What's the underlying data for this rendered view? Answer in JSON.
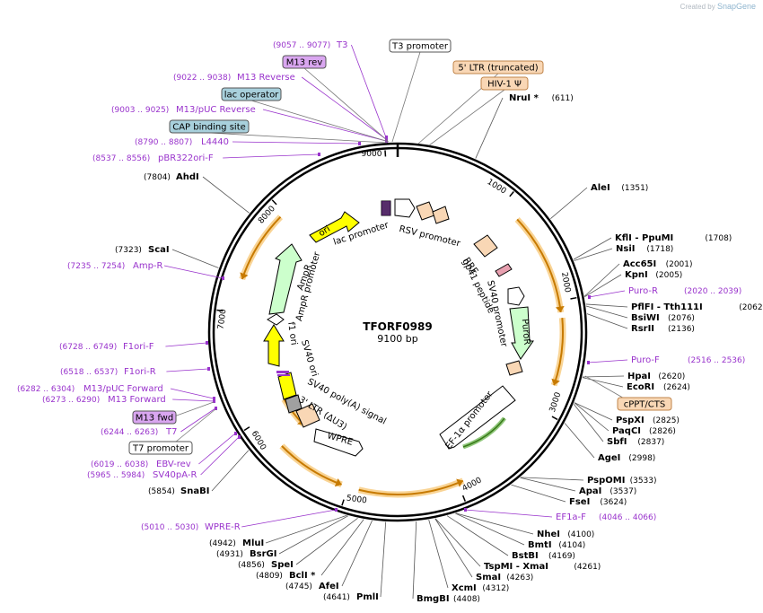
{
  "credit": {
    "prefix": "Created by",
    "brand": "SnapGene"
  },
  "plasmid": {
    "name": "TFORF0989",
    "size_label": "9100 bp",
    "length": 9100
  },
  "ticks": [
    "1000",
    "2000",
    "3000",
    "4000",
    "5000",
    "5000",
    "6000",
    "7000",
    "8000",
    "9000"
  ],
  "enzymes_right": [
    {
      "name": "NruI *",
      "pos": "(611)",
      "site": 611
    },
    {
      "name": "AleI",
      "pos": "(1351)",
      "site": 1351
    },
    {
      "name": "KflI",
      "name2": "PpuMI",
      "pos": "(1708)",
      "site": 1708
    },
    {
      "name": "NsiI",
      "pos": "(1718)",
      "site": 1718
    },
    {
      "name": "Acc65I",
      "pos": "(2001)",
      "site": 2001
    },
    {
      "name": "KpnI",
      "pos": "(2005)",
      "site": 2005
    },
    {
      "name": "PflFI",
      "name2": "Tth111I",
      "pos": "(2062)",
      "site": 2062
    },
    {
      "name": "BsiWI",
      "pos": "(2076)",
      "site": 2076
    },
    {
      "name": "RsrII",
      "pos": "(2136)",
      "site": 2136
    },
    {
      "name": "HpaI",
      "pos": "(2620)",
      "site": 2620
    },
    {
      "name": "EcoRI",
      "pos": "(2624)",
      "site": 2624
    },
    {
      "name": "PspXI",
      "pos": "(2825)",
      "site": 2825
    },
    {
      "name": "PaqCI",
      "pos": "(2826)",
      "site": 2826
    },
    {
      "name": "SbfI",
      "pos": "(2837)",
      "site": 2837
    },
    {
      "name": "AgeI",
      "pos": "(2998)",
      "site": 2998
    },
    {
      "name": "PspOMI",
      "pos": "(3533)",
      "site": 3533
    },
    {
      "name": "ApaI",
      "pos": "(3537)",
      "site": 3537
    },
    {
      "name": "FseI",
      "pos": "(3624)",
      "site": 3624
    },
    {
      "name": "NheI",
      "pos": "(4100)",
      "site": 4100
    },
    {
      "name": "BmtI",
      "pos": "(4104)",
      "site": 4104
    },
    {
      "name": "BstBI",
      "pos": "(4169)",
      "site": 4169
    },
    {
      "name": "TspMI",
      "name2": "XmaI",
      "pos": "(4261)",
      "site": 4261
    },
    {
      "name": "SmaI",
      "pos": "(4263)",
      "site": 4263
    },
    {
      "name": "XcmI",
      "pos": "(4312)",
      "site": 4312
    },
    {
      "name": "BmgBI",
      "pos": "(4408)",
      "site": 4408
    }
  ],
  "enzymes_left": [
    {
      "name": "AhdI",
      "pos": "(7804)",
      "site": 7804
    },
    {
      "name": "ScaI",
      "pos": "(7323)",
      "site": 7323
    },
    {
      "name": "SnaBI",
      "pos": "(5854)",
      "site": 5854
    },
    {
      "name": "MluI",
      "pos": "(4942)",
      "site": 4942
    },
    {
      "name": "BsrGI",
      "pos": "(4931)",
      "site": 4931
    },
    {
      "name": "SpeI",
      "pos": "(4856)",
      "site": 4856
    },
    {
      "name": "BclI *",
      "pos": "(4809)",
      "site": 4809
    },
    {
      "name": "AfeI",
      "pos": "(4745)",
      "site": 4745
    },
    {
      "name": "PmlI",
      "pos": "(4641)",
      "site": 4641
    }
  ],
  "primers": [
    {
      "name": "T3",
      "pos": "(9057 .. 9077)",
      "site": 9067
    },
    {
      "name": "M13 Reverse",
      "pos": "(9022 .. 9038)",
      "site": 9030
    },
    {
      "name": "M13/pUC Reverse",
      "pos": "(9003 .. 9025)",
      "site": 9014
    },
    {
      "name": "L4440",
      "pos": "(8790 .. 8807)",
      "site": 8798
    },
    {
      "name": "pBR322ori-F",
      "pos": "(8537 .. 8556)",
      "site": 8546
    },
    {
      "name": "Amp-R",
      "pos": "(7235 .. 7254)",
      "site": 7245
    },
    {
      "name": "F1ori-F",
      "pos": "(6728 .. 6749)",
      "site": 6738
    },
    {
      "name": "F1ori-R",
      "pos": "(6518 .. 6537)",
      "site": 6527
    },
    {
      "name": "M13/pUC Forward",
      "pos": "(6282 .. 6304)",
      "site": 6293
    },
    {
      "name": "M13 Forward",
      "pos": "(6273 .. 6290)",
      "site": 6282
    },
    {
      "name": "T7",
      "pos": "(6244 .. 6263)",
      "site": 6253
    },
    {
      "name": "EBV-rev",
      "pos": "(6019 .. 6038)",
      "site": 6028
    },
    {
      "name": "SV40pA-R",
      "pos": "(5965 .. 5984)",
      "site": 5975
    },
    {
      "name": "WPRE-R",
      "pos": "(5010 .. 5030)",
      "site": 5020
    },
    {
      "name": "Puro-R",
      "pos": "(2020 .. 2039)",
      "site": 2030
    },
    {
      "name": "Puro-F",
      "pos": "(2516 .. 2536)",
      "site": 2526
    },
    {
      "name": "EF1a-F",
      "pos": "(4046 .. 4066)",
      "site": 4056
    }
  ],
  "boxed_labels": [
    {
      "text": "T3 promoter",
      "kind": "promoter"
    },
    {
      "text": "M13 rev",
      "kind": "primer"
    },
    {
      "text": "lac operator",
      "kind": "protein-bind"
    },
    {
      "text": "CAP binding site",
      "kind": "protein-bind"
    },
    {
      "text": "5' LTR (truncated)",
      "kind": "ltr"
    },
    {
      "text": "HIV-1 Ψ",
      "kind": "ltr"
    },
    {
      "text": "cPPT/CTS",
      "kind": "ltr"
    },
    {
      "text": "M13 fwd",
      "kind": "primer"
    },
    {
      "text": "T7 promoter",
      "kind": "promoter"
    }
  ],
  "features": [
    {
      "name": "ori",
      "color": "#ffff00"
    },
    {
      "name": "lac promoter"
    },
    {
      "name": "RSV promoter"
    },
    {
      "name": "RRE"
    },
    {
      "name": "gp41 peptide"
    },
    {
      "name": "SV40 promoter"
    },
    {
      "name": "PuroR",
      "color": "#ccffcc"
    },
    {
      "name": "EF-1α promoter"
    },
    {
      "name": "WPRE"
    },
    {
      "name": "3' LTR (ΔU3)"
    },
    {
      "name": "SV40 poly(A) signal"
    },
    {
      "name": "SV40 ori"
    },
    {
      "name": "f1 ori",
      "color": "#ffff00"
    },
    {
      "name": "AmpR promoter"
    },
    {
      "name": "AmpR",
      "color": "#ccffcc"
    }
  ],
  "colors": {
    "enzyme": "#000000",
    "primer": "#9933cc",
    "orf_fill": "#f5d9a8",
    "orf_stroke": "#d08000",
    "ltr_fill": "#f9d7b5",
    "primer_box": "#d9a6f0",
    "protein_bind": "#a8d0dc"
  }
}
